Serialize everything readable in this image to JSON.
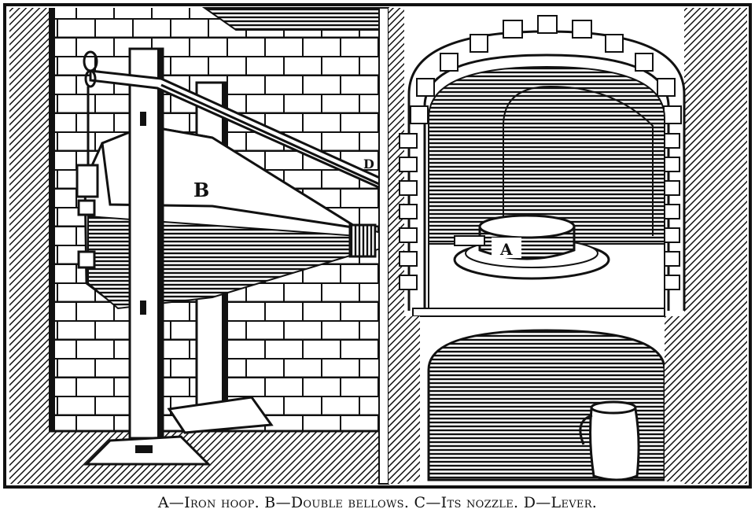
{
  "plate": {
    "labels": {
      "a": "A",
      "b": "B",
      "d": "D"
    }
  },
  "caption": {
    "text": "A—Iron hoop. B—Double bellows. C—Its nozzle. D—Lever."
  }
}
